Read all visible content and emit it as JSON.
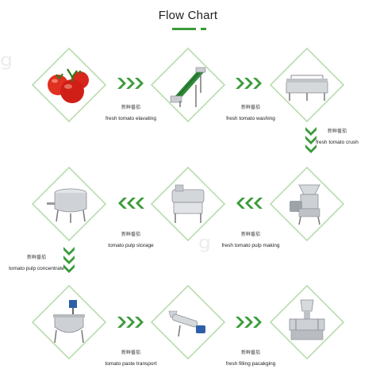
{
  "title": "Flow Chart",
  "colors": {
    "accent": "#3a9b3a",
    "frame": "#b9dcb0",
    "text": "#222222"
  },
  "steps": [
    {
      "cn": "新鲜番茄",
      "en": "fresh tomato elavating"
    },
    {
      "cn": "新鲜番茄",
      "en": "fresh tomato washing"
    },
    {
      "cn": "新鲜番茄",
      "en": "fresh tomato crush"
    },
    {
      "cn": "新鲜番茄",
      "en": "tomato pulp storage"
    },
    {
      "cn": "新鲜番茄",
      "en": "fresh tomato pulp making"
    },
    {
      "cn": "新鲜番茄",
      "en": "tomato pulp concentrate"
    },
    {
      "cn": "新鲜番茄",
      "en": "tomato paste transport"
    },
    {
      "cn": "新鲜番茄",
      "en": "fresh filling pacakging"
    }
  ],
  "icons": [
    "tomatoes-icon",
    "conveyor-elevator-icon",
    "washing-machine-icon",
    "crusher-icon",
    "pulping-machine-icon",
    "storage-tank-icon",
    "concentrator-kettle-icon",
    "screw-pump-icon",
    "filling-machine-icon"
  ]
}
